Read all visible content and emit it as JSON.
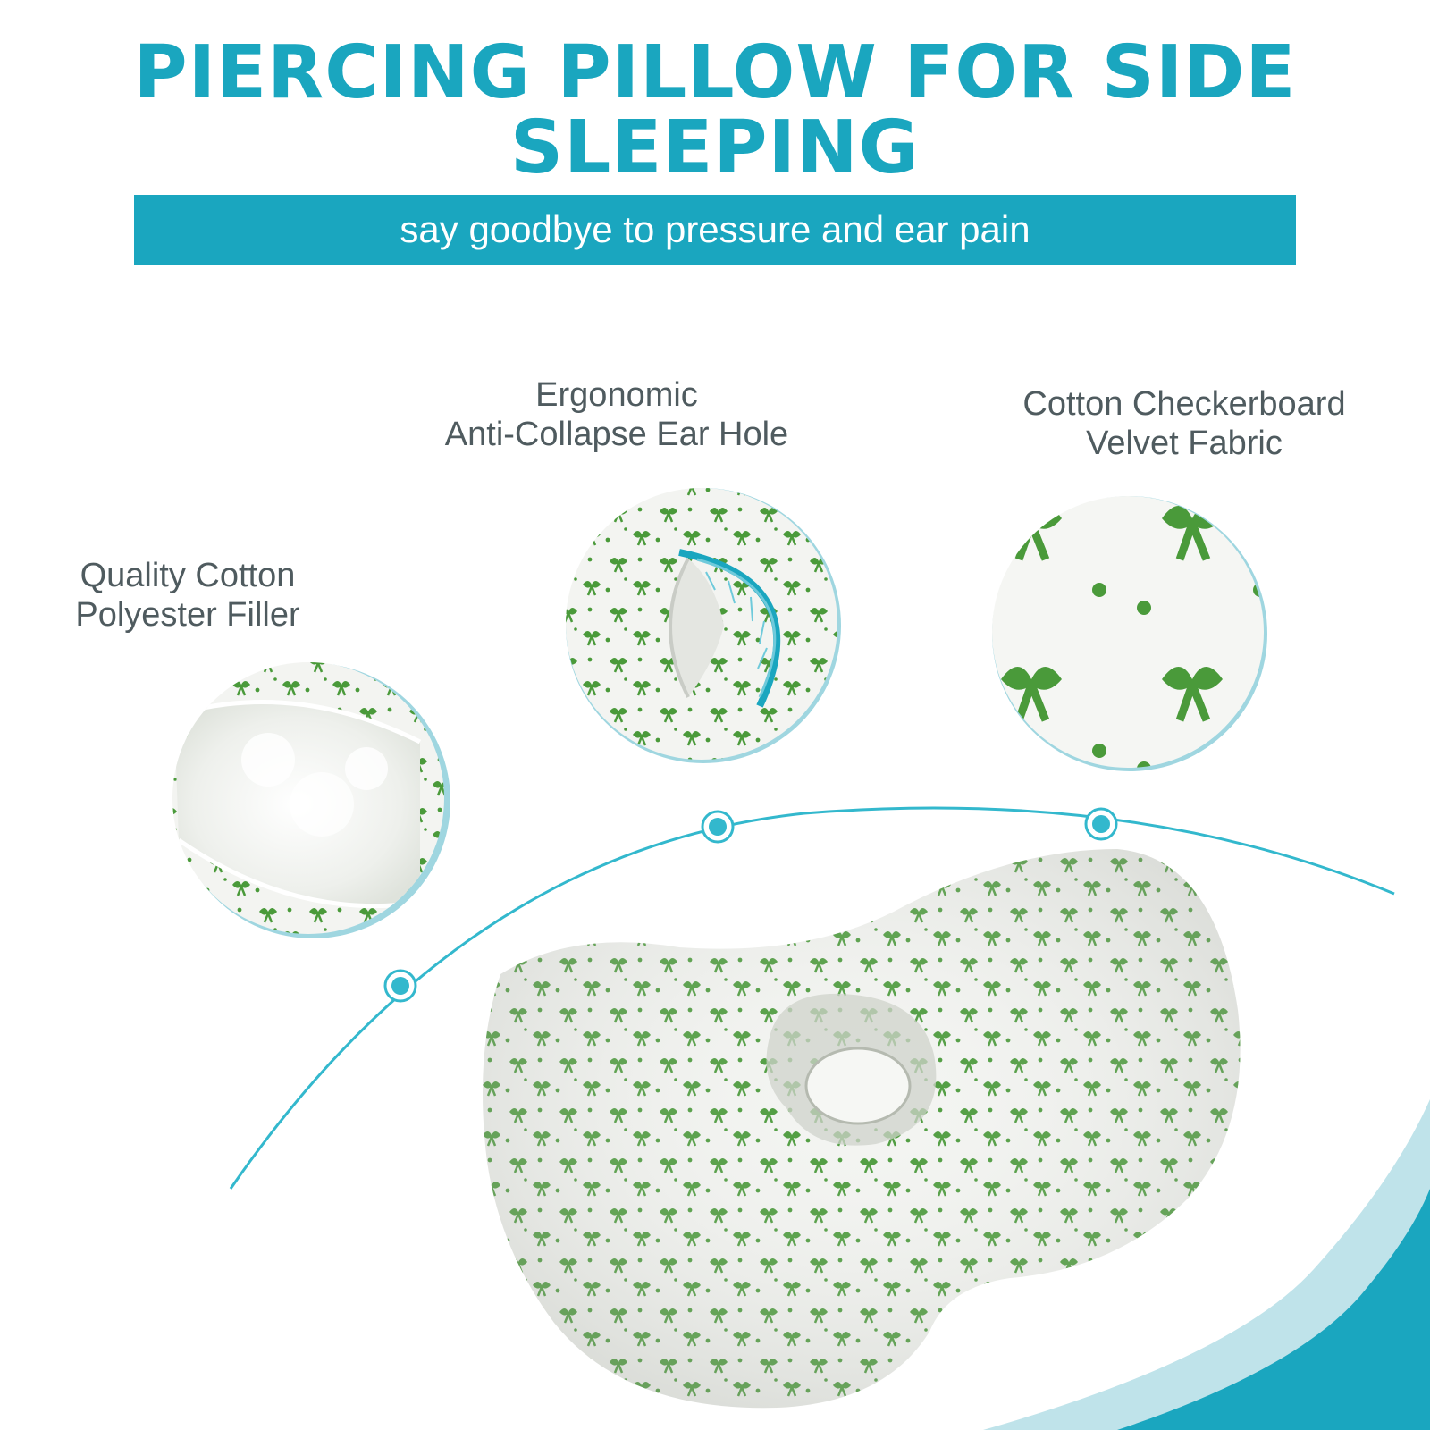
{
  "header": {
    "title_line1": "PIERCING PILLOW FOR SIDE",
    "title_line2": "SLEEPING",
    "subtitle": "say goodbye to pressure and ear pain"
  },
  "features": [
    {
      "line1": "Quality Cotton",
      "line2": "Polyester Filler",
      "icon": "filler-closeup-image"
    },
    {
      "line1": "Ergonomic",
      "line2": "Anti-Collapse Ear Hole",
      "icon": "ear-hole-closeup-image"
    },
    {
      "line1": "Cotton Checkerboard",
      "line2": "Velvet Fabric",
      "icon": "fabric-closeup-image"
    }
  ],
  "colors": {
    "accent": "#1aa6bf",
    "light_accent": "#bfe3ea",
    "label_text": "#4f5b5f",
    "pattern_green": "#4a9a3a"
  }
}
